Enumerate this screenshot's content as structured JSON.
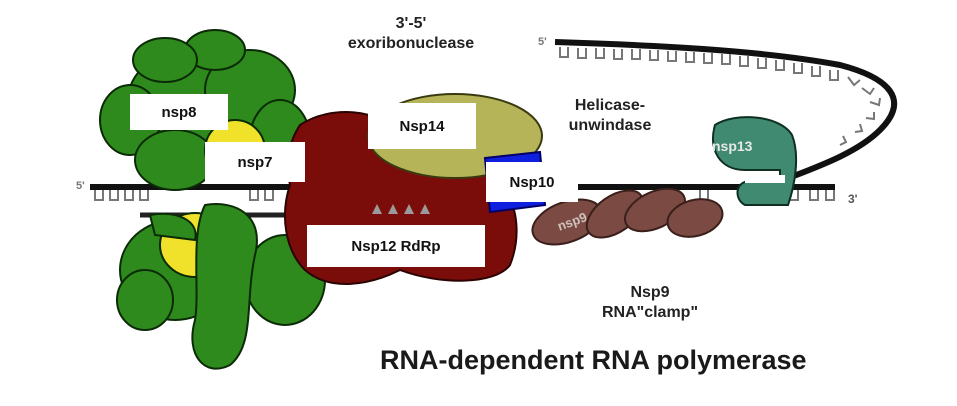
{
  "labels": {
    "exo": "3'-5'\nexoribonuclease",
    "helicase": "Helicase-\nunwindase",
    "nsp9_caption": "Nsp9\nRNA\"clamp\"",
    "title": "RNA-dependent RNA polymerase"
  },
  "boxes": {
    "nsp8": "nsp8",
    "nsp7": "nsp7",
    "nsp14": "Nsp14",
    "nsp10": "Nsp10",
    "nsp12": "Nsp12 RdRp"
  },
  "inside": {
    "nsp13": "nsp13",
    "nsp9": "nsp9"
  },
  "strand": {
    "five_left": "5'",
    "five_top": "5'",
    "three_right": "3'"
  },
  "colors": {
    "nsp8_green": "#2e8a1c",
    "nsp7_yellow": "#f0e12a",
    "nsp12_red": "#7a0d0a",
    "nsp14_olive": "#b5b459",
    "nsp10_blue": "#0f1fe0",
    "nsp9_brown": "#7a4a43",
    "nsp13_teal": "#3f8a70"
  }
}
